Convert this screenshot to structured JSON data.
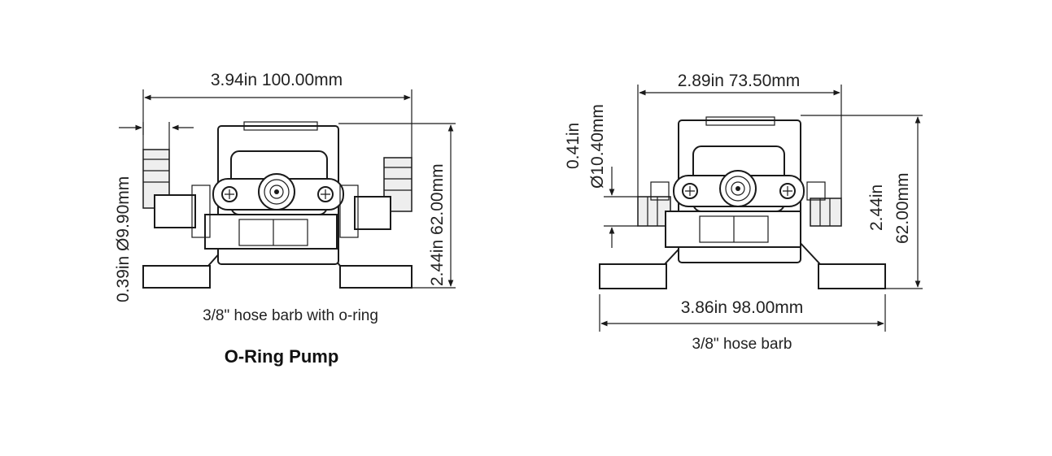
{
  "left_view": {
    "width_dim": "3.94in  100.00mm",
    "barb_dim": "0.39in  Ø9.90mm",
    "height_dim": "2.44in  62.00mm",
    "caption": "3/8\" hose barb with o-ring",
    "title": "O-Ring Pump"
  },
  "right_view": {
    "top_width_dim": "2.89in  73.50mm",
    "barb_dim_line1": "0.41in",
    "barb_dim_line2": "Ø10.40mm",
    "height_dim_line1": "2.44in",
    "height_dim_line2": "62.00mm",
    "bottom_width_dim": "3.86in 98.00mm",
    "caption": "3/8\" hose barb"
  }
}
